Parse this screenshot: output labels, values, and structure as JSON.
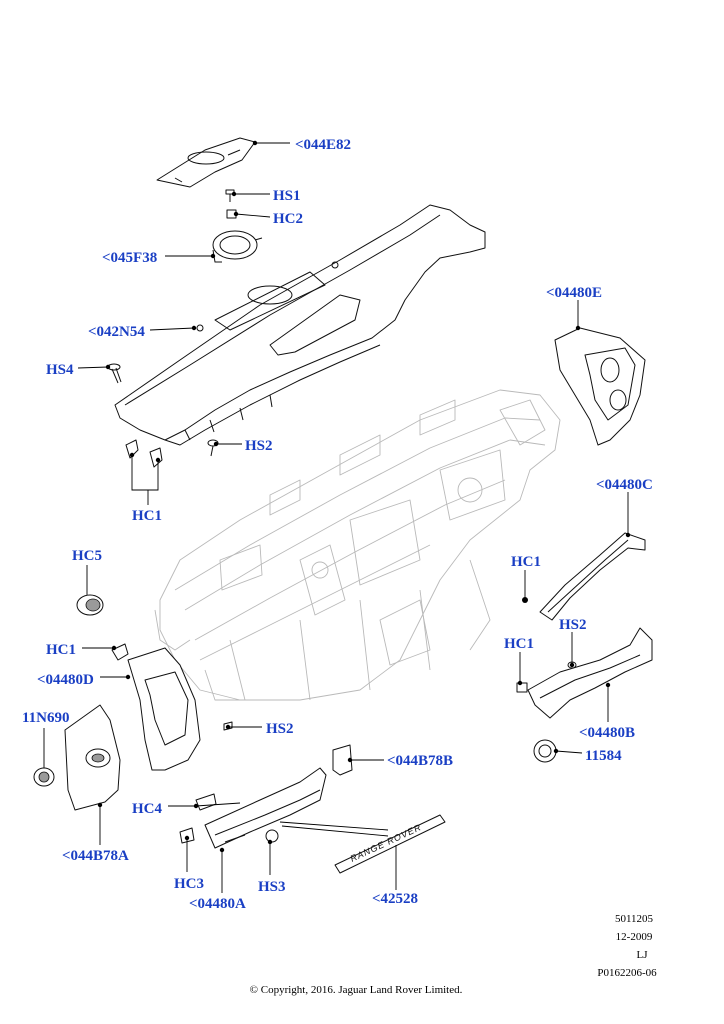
{
  "callouts": {
    "c044E82": "<044E82",
    "hs1": "HS1",
    "hc2": "HC2",
    "c045F38": "<045F38",
    "c042N54": "<042N54",
    "hs4": "HS4",
    "hs2_top": "HS2",
    "hc1_top": "HC1",
    "c04480E": "<04480E",
    "c04480C": "<04480C",
    "hc1_right_a": "HC1",
    "hs2_right": "HS2",
    "hc1_right_b": "HC1",
    "c04480B": "<04480B",
    "c11584": "11584",
    "hc5": "HC5",
    "hc1_left": "HC1",
    "c04480D": "<04480D",
    "c11N690": "11N690",
    "hs2_mid": "HS2",
    "c044B78B": "<044B78B",
    "hc4": "HC4",
    "c044B78A": "<044B78A",
    "hc3": "HC3",
    "hs3": "HS3",
    "c04480A": "<04480A",
    "c42528": "<42528"
  },
  "badge_text": "RANGE ROVER",
  "meta": {
    "line1": "5011205",
    "line2": "12-2009",
    "line3": "LJ",
    "line4": "P0162206-06"
  },
  "copyright": "© Copyright, 2016. Jaguar Land Rover Limited.",
  "colors": {
    "callout": "#1a3fc4",
    "line": "#111111",
    "ghost": "#b9b9b9"
  }
}
